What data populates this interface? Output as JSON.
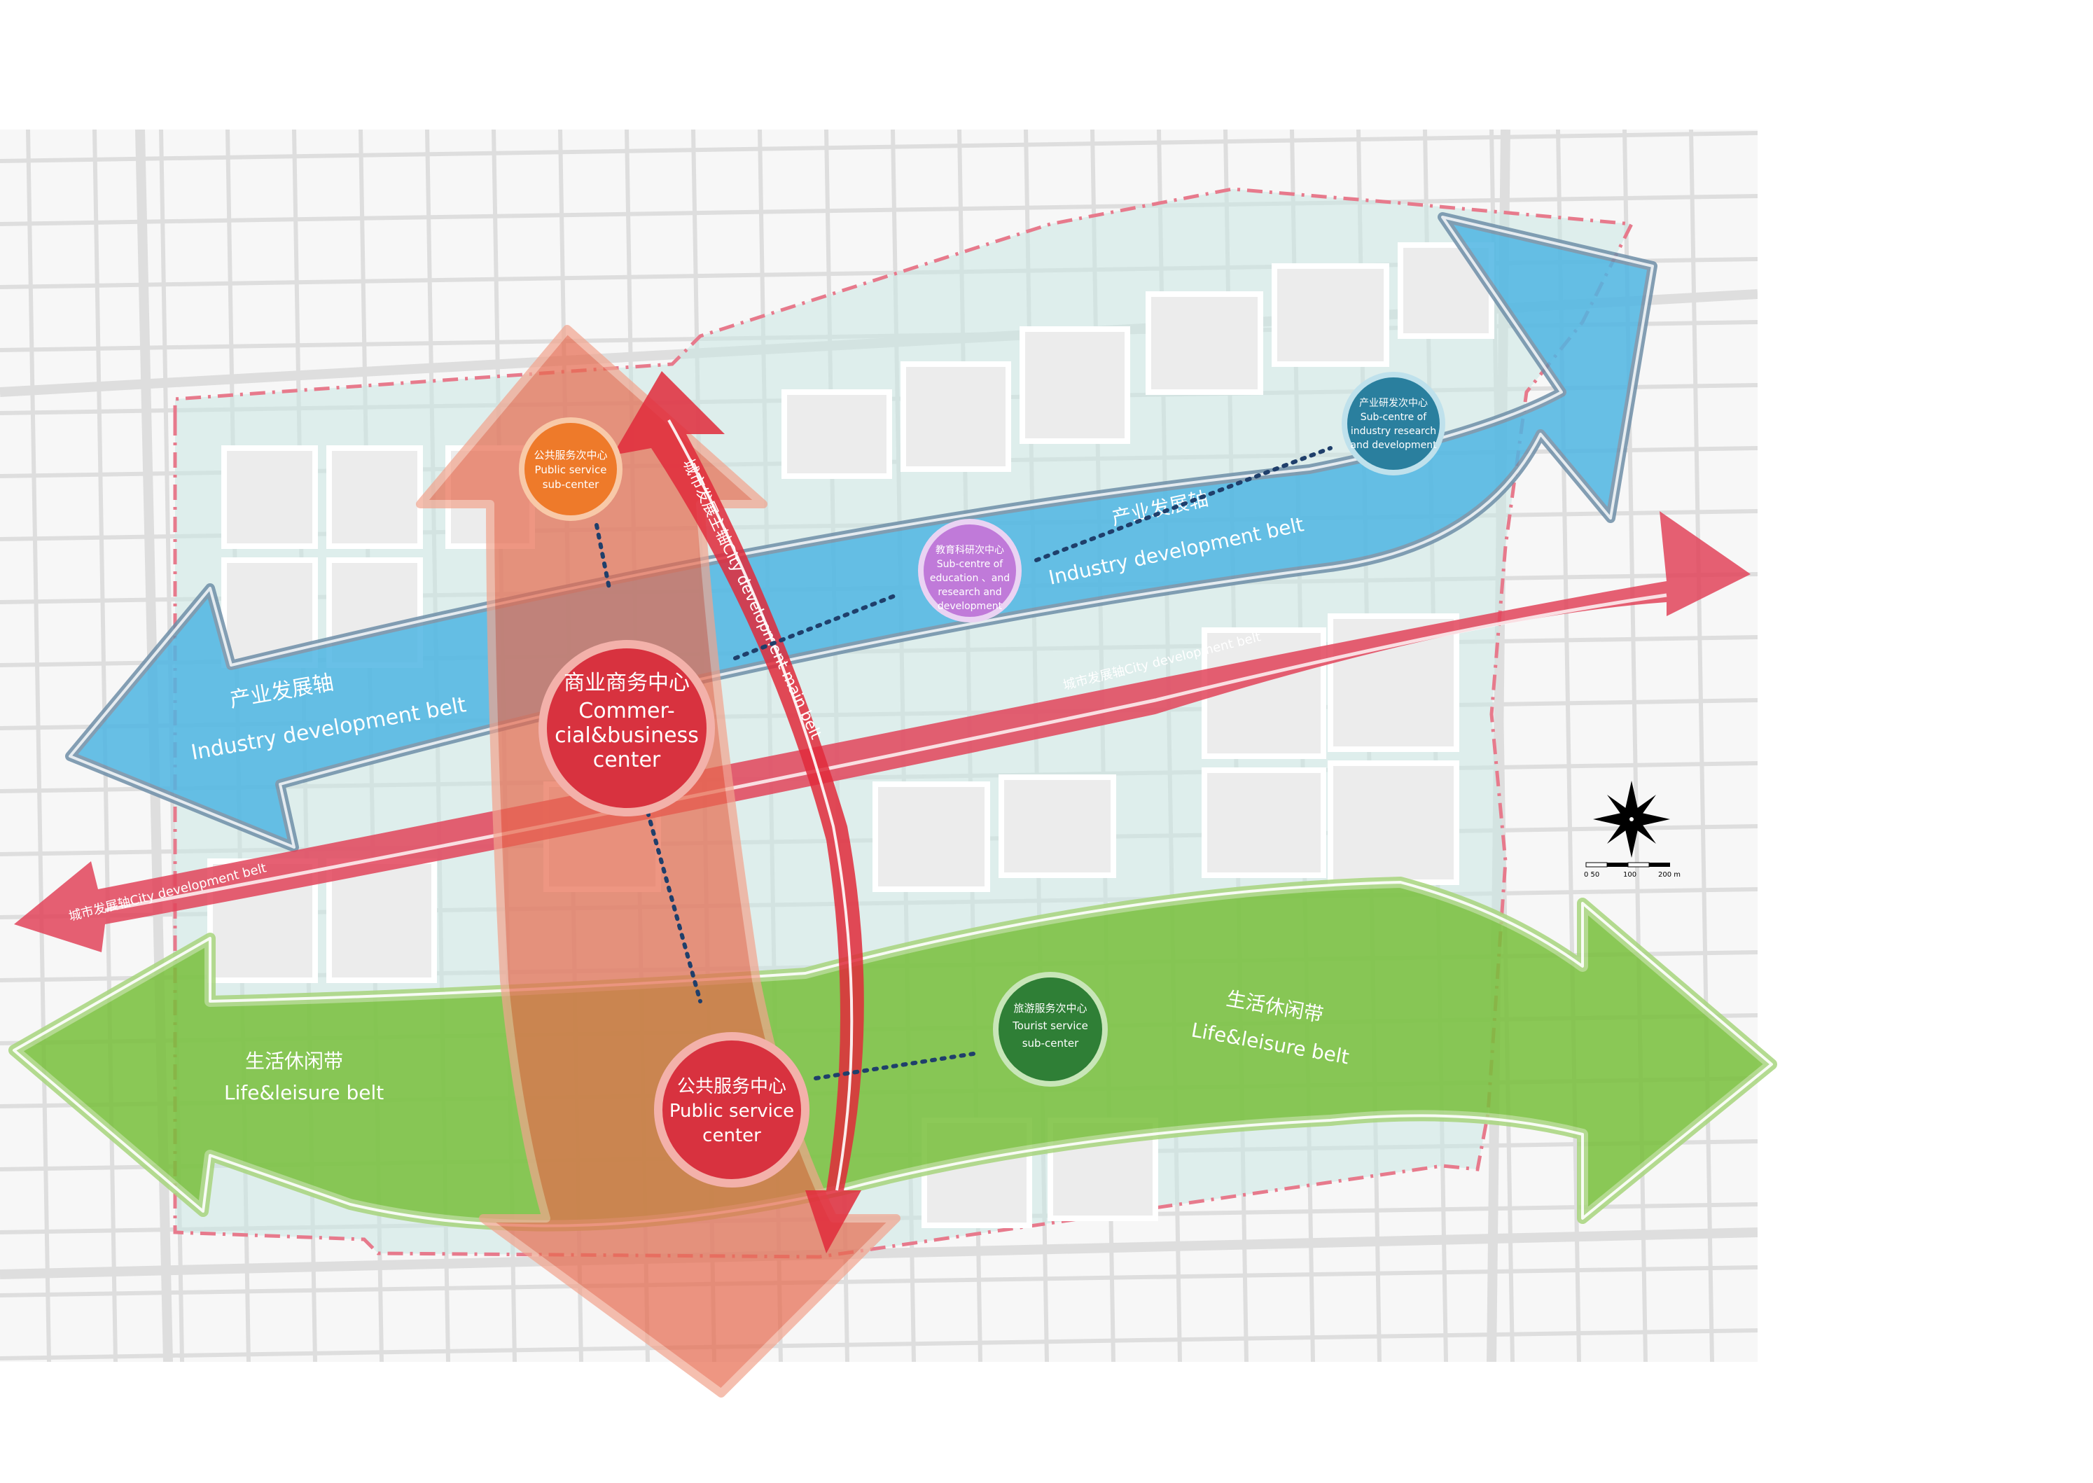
{
  "colors": {
    "industry_blue": "#4fb6e3",
    "industry_outline": "#6f8fa8",
    "city_red": "#e2445a",
    "main_axis_orange": "#e76a4e",
    "leisure_green": "#78c03b",
    "leisure_outline": "#a8d57e",
    "site_teal": "#b7e0dc",
    "boundary_pink": "#e77a8c"
  },
  "belts": {
    "industry_left_cn": "产业发展轴",
    "industry_left_en": "Industry development belt",
    "industry_right_cn": "产业发展轴",
    "industry_right_en": "Industry development belt",
    "city_dev_upper": "城市发展轴City development belt",
    "city_dev_lower": "城市发展轴City development belt",
    "main_belt": "城市发展主轴City development main belt",
    "leisure_left_cn": "生活休闲带",
    "leisure_left_en": "Life&leisure belt",
    "leisure_right_cn": "生活休闲带",
    "leisure_right_en": "Life&leisure belt"
  },
  "centers": {
    "commercial": {
      "cn": "商业商务中心",
      "en1": "Commer-",
      "en2": "cial&business",
      "en3": "center",
      "color": "#d8323f"
    },
    "public_service": {
      "cn": "公共服务中心",
      "en1": "Public service",
      "en2": "center",
      "color": "#d8323f"
    },
    "public_sub": {
      "cn": "公共服务次中心",
      "en1": "Public service",
      "en2": "sub-center",
      "color": "#ee7a2a"
    },
    "education_sub": {
      "cn": "教育科研次中心",
      "en1": "Sub-centre of",
      "en2": "education 、and",
      "en3": "research and",
      "en4": "development",
      "color": "#c07ad9"
    },
    "industry_sub": {
      "cn": "产业研发次中心",
      "en1": "Sub-centre of",
      "en2": "industry research",
      "en3": "and development",
      "color": "#2a7f9e"
    },
    "tourist_sub": {
      "cn": "旅游服务次中心",
      "en1": "Tourist service",
      "en2": "sub-center",
      "color": "#2f7f36"
    }
  },
  "compass": {
    "scale_labels": [
      "0 50",
      "100",
      "200 m"
    ]
  }
}
